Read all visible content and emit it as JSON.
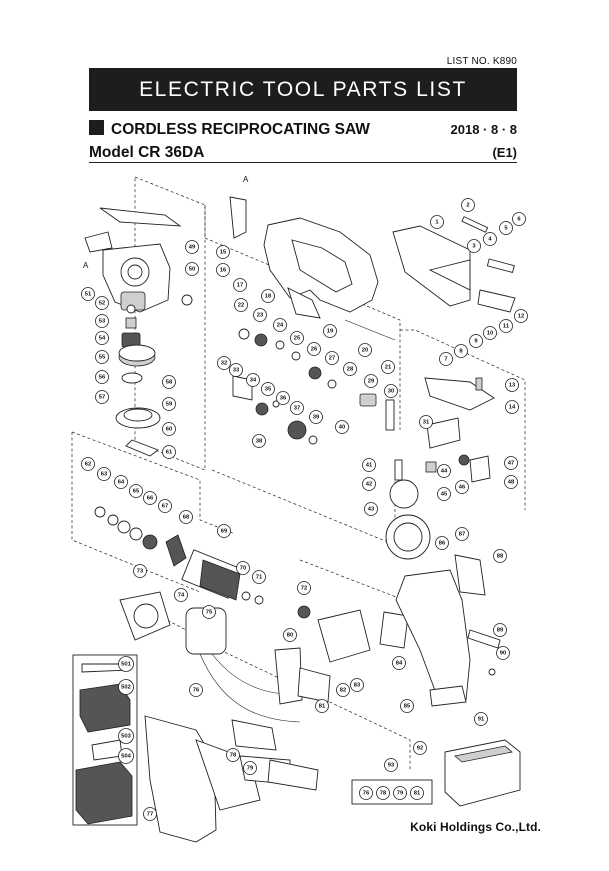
{
  "list_number": "LIST NO. K890",
  "title": "ELECTRIC TOOL PARTS LIST",
  "product_name": "CORDLESS RECIPROCATING SAW",
  "date": "2018 · 8 · 8",
  "model": "Model CR 36DA",
  "edition": "(E1)",
  "company": "Koki Holdings Co.,Ltd.",
  "reference_letters": [
    "A",
    "A"
  ],
  "part_numbers": [
    "1",
    "2",
    "3",
    "4",
    "5",
    "6",
    "7",
    "8",
    "9",
    "10",
    "11",
    "12",
    "13",
    "14",
    "15",
    "16",
    "17",
    "18",
    "19",
    "20",
    "21",
    "22",
    "23",
    "24",
    "25",
    "26",
    "27",
    "28",
    "29",
    "30",
    "31",
    "32",
    "33",
    "34",
    "35",
    "36",
    "37",
    "38",
    "39",
    "40",
    "41",
    "42",
    "43",
    "44",
    "45",
    "46",
    "47",
    "48",
    "49",
    "50",
    "51",
    "52",
    "53",
    "54",
    "55",
    "56",
    "57",
    "58",
    "59",
    "60",
    "61",
    "62",
    "63",
    "64",
    "65",
    "66",
    "67",
    "68",
    "69",
    "70",
    "71",
    "72",
    "73",
    "74",
    "75",
    "76",
    "77",
    "78",
    "79",
    "80",
    "81",
    "82",
    "83",
    "84",
    "85",
    "86",
    "87",
    "88",
    "89",
    "90",
    "91",
    "92",
    "93",
    "501",
    "502",
    "503",
    "504"
  ],
  "kit_box_numbers": [
    "76",
    "78",
    "79",
    "81"
  ]
}
